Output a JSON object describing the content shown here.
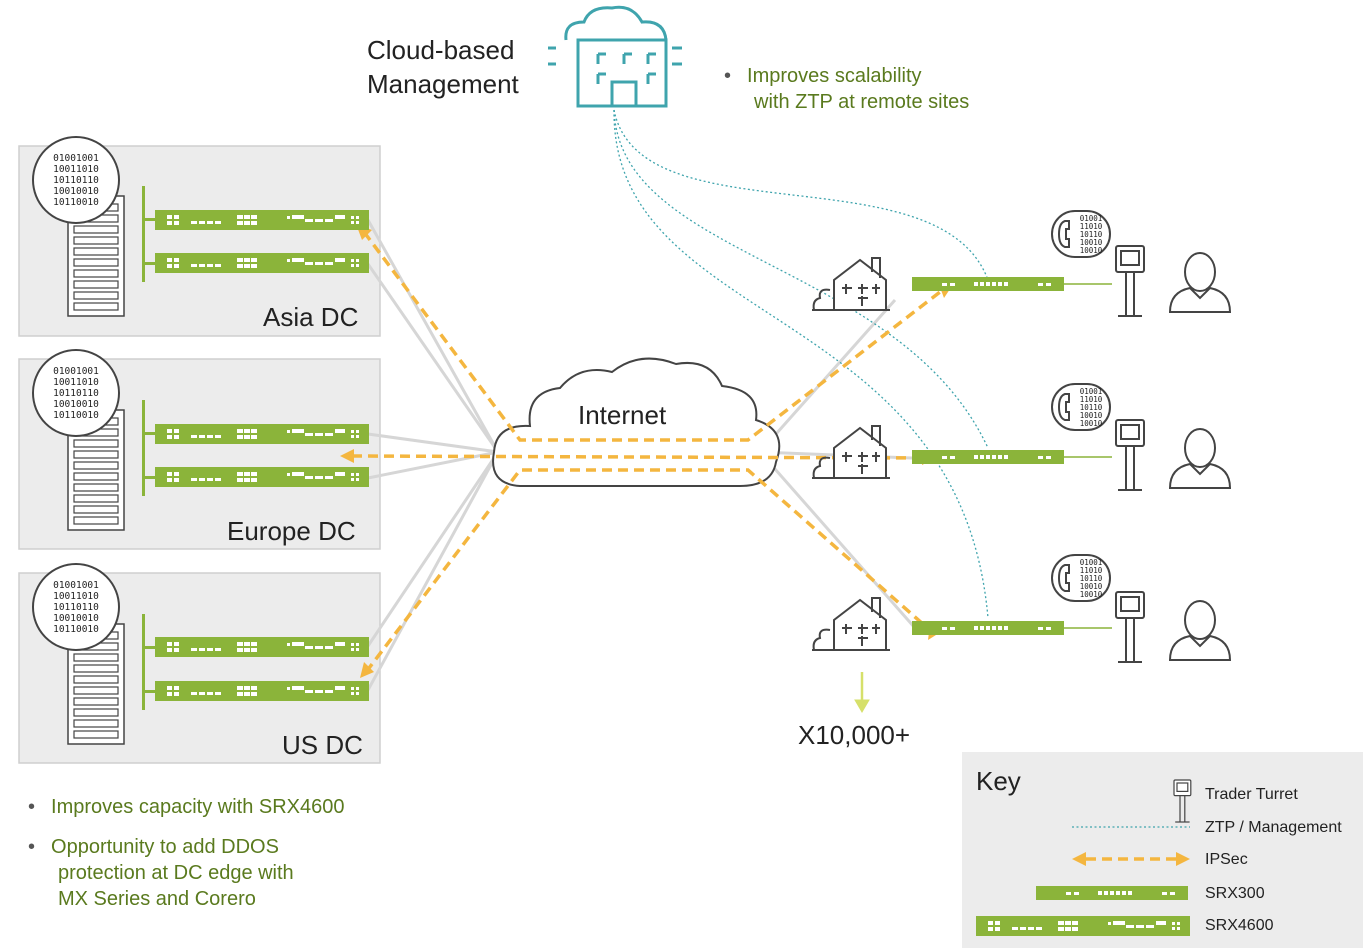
{
  "cloud_management": {
    "title_line1": "Cloud-based",
    "title_line2": "Management",
    "bullet_line1": "Improves scalability",
    "bullet_line2": "with ZTP at remote sites"
  },
  "data_centers": [
    {
      "label": "Asia DC",
      "binary": [
        "01001001",
        "10011010",
        "10110110",
        "10010010",
        "10110010"
      ]
    },
    {
      "label": "Europe DC",
      "binary": [
        "01001001",
        "10011010",
        "10110110",
        "10010010",
        "10110010"
      ]
    },
    {
      "label": "US DC",
      "binary": [
        "01001001",
        "10011010",
        "10110110",
        "10010010",
        "10110010"
      ]
    }
  ],
  "internet_label": "Internet",
  "branch_multiplier": "X10,000+",
  "phone_binary": [
    "01001",
    "11010",
    "10110",
    "10010",
    "10010"
  ],
  "dc_bullets": [
    {
      "text": "Improves capacity with SRX4600"
    },
    {
      "line1": "Opportunity to add DDOS",
      "line2": "protection at DC edge with",
      "line3": "MX Series and Corero"
    }
  ],
  "key": {
    "title": "Key",
    "items": [
      {
        "label": "Trader Turret",
        "icon": "turret-icon"
      },
      {
        "label": "ZTP / Management",
        "icon": "dotted-line"
      },
      {
        "label": "IPSec",
        "icon": "dashed-arrow"
      },
      {
        "label": "SRX300",
        "icon": "srx300-icon"
      },
      {
        "label": "SRX4600",
        "icon": "srx4600-icon"
      }
    ]
  },
  "colors": {
    "device_green": "#8bb43a",
    "ipsec_orange": "#f4b63f",
    "ztp_teal": "#3fa4ad",
    "bullet_green": "#5a7a1e",
    "panel_gray": "#ececec",
    "link_gray": "#d6d6d6"
  }
}
